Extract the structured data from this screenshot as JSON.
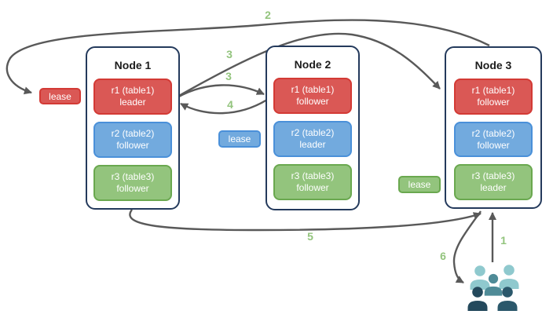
{
  "nodes": [
    {
      "title": "Node 1",
      "replicas": [
        {
          "range": "r1 (table1)",
          "role": "leader",
          "color": "red"
        },
        {
          "range": "r2 (table2)",
          "role": "follower",
          "color": "blue"
        },
        {
          "range": "r3 (table3)",
          "role": "follower",
          "color": "green"
        }
      ]
    },
    {
      "title": "Node 2",
      "replicas": [
        {
          "range": "r1 (table1)",
          "role": "follower",
          "color": "red"
        },
        {
          "range": "r2 (table2)",
          "role": "leader",
          "color": "blue"
        },
        {
          "range": "r3 (table3)",
          "role": "follower",
          "color": "green"
        }
      ]
    },
    {
      "title": "Node 3",
      "replicas": [
        {
          "range": "r1 (table1)",
          "role": "follower",
          "color": "red"
        },
        {
          "range": "r2 (table2)",
          "role": "follower",
          "color": "blue"
        },
        {
          "range": "r3 (table3)",
          "role": "leader",
          "color": "green"
        }
      ]
    }
  ],
  "leases": {
    "table1": {
      "label": "lease",
      "color": "red"
    },
    "table2": {
      "label": "lease",
      "color": "blue"
    },
    "table3": {
      "label": "lease",
      "color": "green"
    }
  },
  "step_labels": {
    "s1": "1",
    "s2": "2",
    "s3a": "3",
    "s3b": "3",
    "s4": "4",
    "s5": "5",
    "s6": "6"
  },
  "icons": {
    "users": "users-group-icon"
  },
  "colors": {
    "arrow": "#595959",
    "step_number": "#93c47d",
    "node_border": "#243a5c",
    "red_fill": "#da5855",
    "red_border": "#d33a35",
    "blue_fill": "#72aade",
    "blue_border": "#4a90d9",
    "green_fill": "#93c47d",
    "green_border": "#6aa84f",
    "users_light": "#8fc9ce",
    "users_mid": "#4f8b97",
    "users_dark": "#24495c",
    "users_dark2": "#2b586b"
  }
}
